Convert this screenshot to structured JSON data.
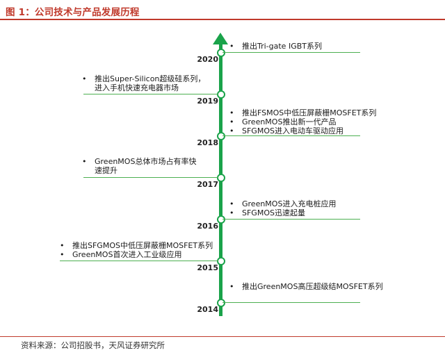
{
  "title": "图 1：公司技术与产品发展历程",
  "source": "资料来源：公司招股书，天风证券研究所",
  "years": [
    "2020",
    "2019",
    "2018",
    "2017",
    "2016",
    "2015",
    "2014"
  ],
  "events": {
    "e2020": [
      "推出Tri-gate IGBT系列"
    ],
    "e2019": [
      "推出Super-Silicon超级硅系列，",
      "进入手机快速充电器市场"
    ],
    "e2018": [
      "推出FSMOS中低压屏蔽栅MOSFET系列",
      "GreenMOS推出新一代产品",
      "SFGMOS进入电动车驱动应用"
    ],
    "e2017": [
      "GreenMOS总体市场占有率快",
      "速提升"
    ],
    "e2016": [
      "GreenMOS进入充电桩应用",
      "SFGMOS迅速起量"
    ],
    "e2015": [
      "推出SFGMOS中低压屏蔽栅MOSFET系列",
      "GreenMOS首次进入工业级应用"
    ],
    "e2014": [
      "推出GreenMOS高压超级结MOSFET系列"
    ]
  },
  "colors": {
    "axis": "#1aa34a",
    "title": "#c0392b",
    "rule": "#c0392b"
  },
  "icons": {
    "arrow": "up-arrow-icon",
    "bullet": "bullet-icon"
  }
}
